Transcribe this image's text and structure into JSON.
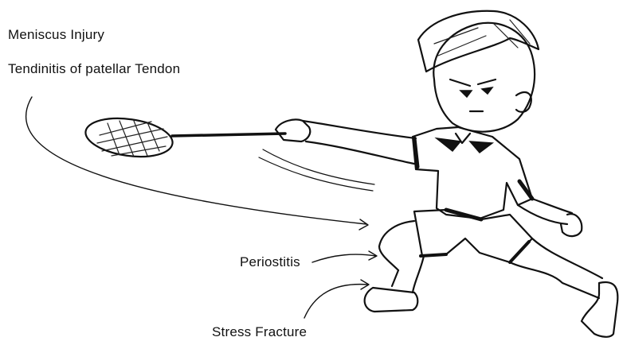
{
  "labels": {
    "meniscus": "Meniscus Injury",
    "tendinitis": "Tendinitis of patellar Tendon",
    "periostitis": "Periostitis",
    "stress_fracture": "Stress Fracture"
  },
  "colors": {
    "ink": "#111111",
    "background": "#ffffff"
  },
  "icons": {
    "figure": "badminton-player-icon",
    "racket": "racket-icon"
  }
}
